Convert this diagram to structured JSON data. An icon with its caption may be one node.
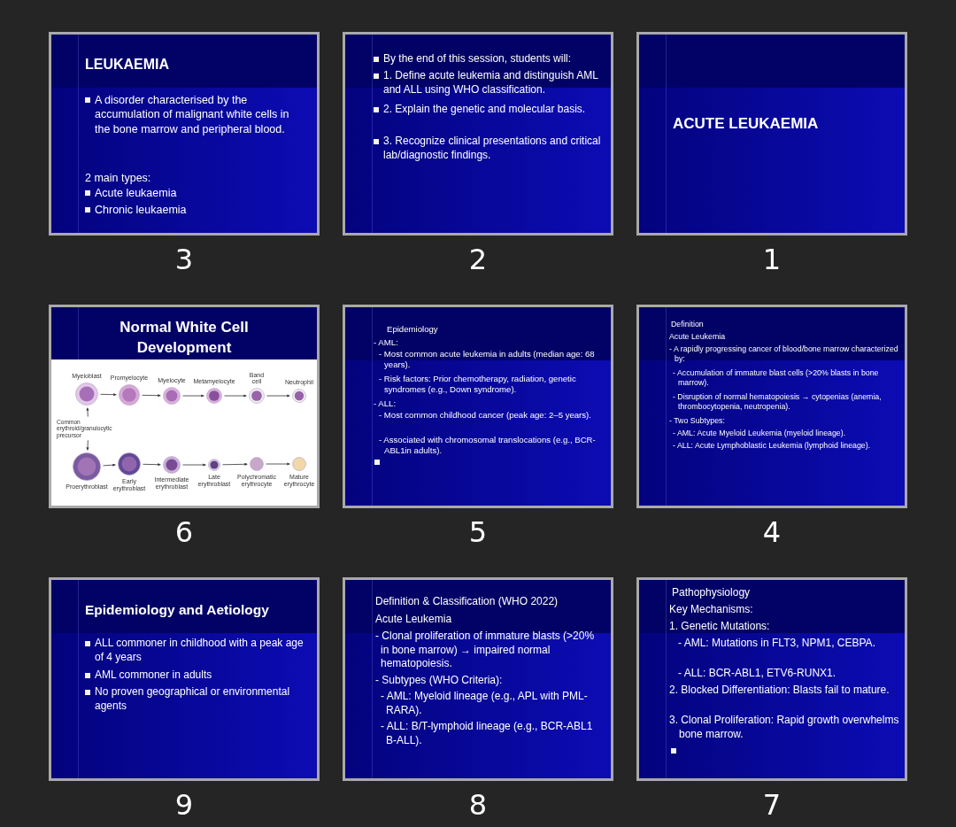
{
  "diagram": {
    "nodes": [
      {
        "text": [
          "LEUKAEMIA",
          "A disorder characterised by the accumulation of malignant white cells in the bone marrow and peripheral blood.",
          "2 main types:",
          "Acute leukaemia",
          "Chronic leukaemia"
        ],
        "beside": [
          "3"
        ]
      },
      {
        "text": [
          "By the end of this session, students will:",
          "1. Define acute leukemia and distinguish AML and ALL using WHO classification.",
          "2. Explain the genetic and molecular basis.",
          "3. Recognize clinical presentations and critical lab/diagnostic findings."
        ],
        "beside": [
          "2"
        ]
      },
      {
        "text": [
          "ACUTE LEUKAEMIA"
        ],
        "beside": [
          "1"
        ]
      },
      {
        "text": [
          "Normal White Cell Development"
        ],
        "beside": [
          "6"
        ]
      },
      {
        "text": [
          "Common erythroid/granulocytic precursor"
        ],
        "in": 3
      },
      {
        "text": [
          "Myeloblast"
        ],
        "in": 3
      },
      {
        "text": [
          "Promyelocyte"
        ],
        "in": 3
      },
      {
        "text": [
          "Myelocyte"
        ],
        "in": 3
      },
      {
        "text": [
          "Metamyelocyte"
        ],
        "in": 3
      },
      {
        "text": [
          "Band cell"
        ],
        "in": 3
      },
      {
        "text": [
          "Neutrophil"
        ],
        "in": 3
      },
      {
        "text": [
          "Proerythroblast"
        ],
        "in": 3
      },
      {
        "text": [
          "Early erythroblast"
        ],
        "in": 3
      },
      {
        "text": [
          "Intermediate erythroblast"
        ],
        "in": 3
      },
      {
        "text": [
          "Late erythroblast"
        ],
        "in": 3
      },
      {
        "text": [
          "Polychromatic erythrocyte"
        ],
        "in": 3
      },
      {
        "text": [
          "Mature erythrocyte"
        ],
        "in": 3
      },
      {
        "text": [
          "Epidemiology",
          "- AML:",
          "- Most common acute leukemia in adults (median age: 68 years).",
          "- Risk factors: Prior chemotherapy, radiation, genetic syndromes (e.g., Down syndrome).",
          "- ALL:",
          "- Most common childhood cancer (peak age: 2–5 years).",
          "- Associated with chromosomal translocations (e.g., BCR-ABL1in adults)."
        ],
        "beside": [
          "5"
        ]
      },
      {
        "text": [
          "Definition",
          "Acute Leukemia",
          "- A rapidly progressing cancer of blood/bone marrow characterized by:",
          "- Accumulation of immature blast cells (>20% blasts in bone marrow).",
          "- Disruption of normal hematopoiesis → cytopenias (anemia, thrombocytopenia, neutropenia).",
          "- Two Subtypes:",
          "- AML: Acute Myeloid Leukemia (myeloid lineage).",
          "- ALL: Acute Lymphoblastic Leukemia (lymphoid lineage)."
        ],
        "beside": [
          "4"
        ]
      },
      {
        "text": [
          "Epidemiology and Aetiology",
          "ALL commoner in childhood with a peak age of 4 years",
          "AML commoner in adults",
          "No proven geographical or environmental agents"
        ],
        "beside": [
          "9"
        ]
      },
      {
        "text": [
          "Definition & Classification (WHO 2022)",
          "Acute Leukemia",
          "- Clonal proliferation of immature blasts (>20% in bone marrow) → impaired normal hematopoiesis.",
          "- Subtypes (WHO Criteria):",
          "- AML: Myeloid lineage (e.g., APL with PML-RARA).",
          "- ALL: B/T-lymphoid lineage (e.g., BCR-ABL1 B-ALL)."
        ],
        "beside": [
          "8"
        ]
      },
      {
        "text": [
          "Pathophysiology",
          "Key Mechanisms:",
          "1. Genetic Mutations:",
          "- AML: Mutations in FLT3, NPM1, CEBPA.",
          "- ALL: BCR-ABL1, ETV6-RUNX1.",
          "2. Blocked Differentiation: Blasts fail to mature.",
          "3. Clonal Proliferation: Rapid growth overwhelms bone marrow."
        ],
        "beside": [
          "7"
        ]
      }
    ],
    "edges": [
      {
        "from": 4,
        "to": 5,
        "arrow": "to"
      },
      {
        "from": 4,
        "to": 11,
        "arrow": "to"
      },
      {
        "from": 5,
        "to": 6,
        "arrow": "to"
      },
      {
        "from": 6,
        "to": 7,
        "arrow": "to"
      },
      {
        "from": 7,
        "to": 8,
        "arrow": "to"
      },
      {
        "from": 8,
        "to": 9,
        "arrow": "to"
      },
      {
        "from": 9,
        "to": 10,
        "arrow": "to"
      },
      {
        "from": 11,
        "to": 12,
        "arrow": "to"
      },
      {
        "from": 12,
        "to": 13,
        "arrow": "to"
      },
      {
        "from": 13,
        "to": 14,
        "arrow": "to"
      },
      {
        "from": 14,
        "to": 15,
        "arrow": "to"
      },
      {
        "from": 15,
        "to": 16,
        "arrow": "to"
      }
    ]
  }
}
